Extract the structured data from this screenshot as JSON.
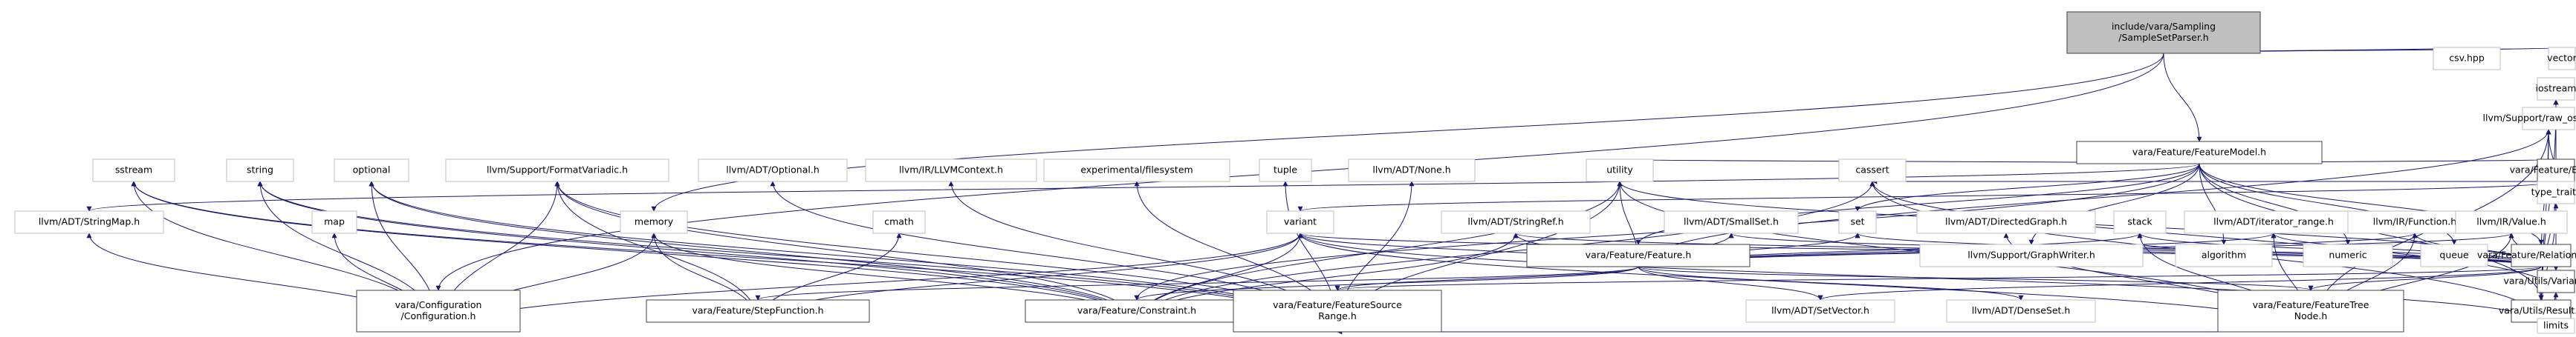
{
  "graph": {
    "colors": {
      "root_fill": "#bfbfbf",
      "node_fill": "#ffffff",
      "node_stroke": "#404040",
      "external_stroke": "#bfbfbf",
      "edge": "#191970",
      "text": "#000000"
    },
    "nodes": [
      {
        "id": "root",
        "lines": [
          "include/vara/Sampling",
          "/SampleSetParser.h"
        ],
        "kind": "root"
      },
      {
        "id": "csv",
        "lines": [
          "csv.hpp"
        ],
        "kind": "external"
      },
      {
        "id": "vector",
        "lines": [
          "vector"
        ],
        "kind": "external"
      },
      {
        "id": "fm",
        "lines": [
          "vara/Feature/FeatureModel.h"
        ],
        "kind": "file"
      },
      {
        "id": "feature",
        "lines": [
          "vara/Feature/Feature.h"
        ],
        "kind": "file"
      },
      {
        "id": "graphwriter",
        "lines": [
          "llvm/Support/GraphWriter.h"
        ],
        "kind": "external"
      },
      {
        "id": "algorithm",
        "lines": [
          "algorithm"
        ],
        "kind": "external"
      },
      {
        "id": "numeric",
        "lines": [
          "numeric"
        ],
        "kind": "external"
      },
      {
        "id": "queue",
        "lines": [
          "queue"
        ],
        "kind": "external"
      },
      {
        "id": "relationship",
        "lines": [
          "vara/Feature/Relationship.h"
        ],
        "kind": "file"
      },
      {
        "id": "error",
        "lines": [
          "vara/Feature/Error.h"
        ],
        "kind": "file"
      },
      {
        "id": "configuration",
        "lines": [
          "vara/Configuration",
          "/Configuration.h"
        ],
        "kind": "file"
      },
      {
        "id": "stepfunction",
        "lines": [
          "vara/Feature/StepFunction.h"
        ],
        "kind": "file"
      },
      {
        "id": "constraint",
        "lines": [
          "vara/Feature/Constraint.h"
        ],
        "kind": "file"
      },
      {
        "id": "setvector",
        "lines": [
          "llvm/ADT/SetVector.h"
        ],
        "kind": "external"
      },
      {
        "id": "denseset",
        "lines": [
          "llvm/ADT/DenseSet.h"
        ],
        "kind": "external"
      },
      {
        "id": "treenode",
        "lines": [
          "vara/Feature/FeatureTree",
          "Node.h"
        ],
        "kind": "file"
      },
      {
        "id": "result",
        "lines": [
          "vara/Utils/Result.h"
        ],
        "kind": "file"
      },
      {
        "id": "stringmap",
        "lines": [
          "llvm/ADT/StringMap.h"
        ],
        "kind": "external"
      },
      {
        "id": "map",
        "lines": [
          "map"
        ],
        "kind": "external"
      },
      {
        "id": "memory",
        "lines": [
          "memory"
        ],
        "kind": "external"
      },
      {
        "id": "cmath",
        "lines": [
          "cmath"
        ],
        "kind": "external"
      },
      {
        "id": "variant",
        "lines": [
          "variant"
        ],
        "kind": "external"
      },
      {
        "id": "stringref",
        "lines": [
          "llvm/ADT/StringRef.h"
        ],
        "kind": "external"
      },
      {
        "id": "smallset",
        "lines": [
          "llvm/ADT/SmallSet.h"
        ],
        "kind": "external"
      },
      {
        "id": "set",
        "lines": [
          "set"
        ],
        "kind": "external"
      },
      {
        "id": "directedgraph",
        "lines": [
          "llvm/ADT/DirectedGraph.h"
        ],
        "kind": "external"
      },
      {
        "id": "stack",
        "lines": [
          "stack"
        ],
        "kind": "external"
      },
      {
        "id": "iteratorrange",
        "lines": [
          "llvm/ADT/iterator_range.h"
        ],
        "kind": "external"
      },
      {
        "id": "irfunction",
        "lines": [
          "llvm/IR/Function.h"
        ],
        "kind": "external"
      },
      {
        "id": "irvalue",
        "lines": [
          "llvm/IR/Value.h"
        ],
        "kind": "external"
      },
      {
        "id": "rawostream",
        "lines": [
          "llvm/Support/raw_ostream.h"
        ],
        "kind": "external"
      },
      {
        "id": "iostream",
        "lines": [
          "iostream"
        ],
        "kind": "external"
      },
      {
        "id": "typetraits",
        "lines": [
          "type_traits"
        ],
        "kind": "external"
      },
      {
        "id": "variantutil",
        "lines": [
          "vara/Utils/VariantUtil.h"
        ],
        "kind": "file"
      },
      {
        "id": "sourcerange",
        "lines": [
          "vara/Feature/FeatureSource",
          "Range.h"
        ],
        "kind": "file"
      },
      {
        "id": "sstream",
        "lines": [
          "sstream"
        ],
        "kind": "external"
      },
      {
        "id": "string",
        "lines": [
          "string"
        ],
        "kind": "external"
      },
      {
        "id": "optional",
        "lines": [
          "optional"
        ],
        "kind": "external"
      },
      {
        "id": "formatvariadic",
        "lines": [
          "llvm/Support/FormatVariadic.h"
        ],
        "kind": "external"
      },
      {
        "id": "adtoptional",
        "lines": [
          "llvm/ADT/Optional.h"
        ],
        "kind": "external"
      },
      {
        "id": "llvmcontext",
        "lines": [
          "llvm/IR/LLVMContext.h"
        ],
        "kind": "external"
      },
      {
        "id": "filesystem",
        "lines": [
          "experimental/filesystem"
        ],
        "kind": "external"
      },
      {
        "id": "tuple",
        "lines": [
          "tuple"
        ],
        "kind": "external"
      },
      {
        "id": "none",
        "lines": [
          "llvm/ADT/None.h"
        ],
        "kind": "external"
      },
      {
        "id": "utility",
        "lines": [
          "utility"
        ],
        "kind": "external"
      },
      {
        "id": "cassert",
        "lines": [
          "cassert"
        ],
        "kind": "external"
      },
      {
        "id": "limits",
        "lines": [
          "limits"
        ],
        "kind": "external"
      }
    ],
    "edges": [
      [
        "root",
        "csv"
      ],
      [
        "root",
        "vector"
      ],
      [
        "root",
        "fm"
      ],
      [
        "root",
        "configuration"
      ],
      [
        "root",
        "memory"
      ],
      [
        "fm",
        "feature"
      ],
      [
        "fm",
        "graphwriter"
      ],
      [
        "fm",
        "algorithm"
      ],
      [
        "fm",
        "numeric"
      ],
      [
        "fm",
        "queue"
      ],
      [
        "fm",
        "relationship"
      ],
      [
        "fm",
        "error"
      ],
      [
        "fm",
        "constraint"
      ],
      [
        "fm",
        "stringmap"
      ],
      [
        "fm",
        "set"
      ],
      [
        "fm",
        "result"
      ],
      [
        "fm",
        "utility"
      ],
      [
        "feature",
        "stepfunction"
      ],
      [
        "feature",
        "constraint"
      ],
      [
        "feature",
        "setvector"
      ],
      [
        "feature",
        "denseset"
      ],
      [
        "feature",
        "treenode"
      ],
      [
        "feature",
        "sourcerange"
      ],
      [
        "feature",
        "variant"
      ],
      [
        "feature",
        "stringref"
      ],
      [
        "feature",
        "smallset"
      ],
      [
        "feature",
        "set"
      ],
      [
        "feature",
        "stack"
      ],
      [
        "feature",
        "iteratorrange"
      ],
      [
        "feature",
        "irfunction"
      ],
      [
        "feature",
        "irvalue"
      ],
      [
        "feature",
        "rawostream"
      ],
      [
        "feature",
        "utility"
      ],
      [
        "relationship",
        "treenode"
      ],
      [
        "relationship",
        "sourcerange"
      ],
      [
        "relationship",
        "setvector"
      ],
      [
        "relationship",
        "variant"
      ],
      [
        "relationship",
        "stringref"
      ],
      [
        "relationship",
        "smallset"
      ],
      [
        "relationship",
        "set"
      ],
      [
        "relationship",
        "stack"
      ],
      [
        "relationship",
        "iteratorrange"
      ],
      [
        "relationship",
        "irfunction"
      ],
      [
        "relationship",
        "irvalue"
      ],
      [
        "relationship",
        "rawostream"
      ],
      [
        "relationship",
        "utility"
      ],
      [
        "error",
        "result"
      ],
      [
        "error",
        "variantutil"
      ],
      [
        "error",
        "rawostream"
      ],
      [
        "error",
        "iostream"
      ],
      [
        "error",
        "typetraits"
      ],
      [
        "error",
        "cassert"
      ],
      [
        "error",
        "variant"
      ],
      [
        "configuration",
        "stringmap"
      ],
      [
        "configuration",
        "map"
      ],
      [
        "configuration",
        "memory"
      ],
      [
        "configuration",
        "sstream"
      ],
      [
        "configuration",
        "string"
      ],
      [
        "configuration",
        "optional"
      ],
      [
        "configuration",
        "formatvariadic"
      ],
      [
        "configuration",
        "variant"
      ],
      [
        "stepfunction",
        "memory"
      ],
      [
        "stepfunction",
        "cmath"
      ],
      [
        "stepfunction",
        "variant"
      ],
      [
        "stepfunction",
        "formatvariadic"
      ],
      [
        "constraint",
        "memory"
      ],
      [
        "constraint",
        "variant"
      ],
      [
        "constraint",
        "stringref"
      ],
      [
        "constraint",
        "sstream"
      ],
      [
        "constraint",
        "string"
      ],
      [
        "constraint",
        "optional"
      ],
      [
        "constraint",
        "formatvariadic"
      ],
      [
        "constraint",
        "cassert"
      ],
      [
        "constraint",
        "utility"
      ],
      [
        "treenode",
        "sourcerange"
      ],
      [
        "treenode",
        "variant"
      ],
      [
        "treenode",
        "directedgraph"
      ],
      [
        "treenode",
        "stack"
      ],
      [
        "treenode",
        "iteratorrange"
      ],
      [
        "treenode",
        "irfunction"
      ],
      [
        "treenode",
        "irvalue"
      ],
      [
        "treenode",
        "utility"
      ],
      [
        "treenode",
        "rawostream"
      ],
      [
        "result",
        "variant"
      ],
      [
        "result",
        "iostream"
      ],
      [
        "result",
        "typetraits"
      ],
      [
        "result",
        "cassert"
      ],
      [
        "result",
        "variantutil"
      ],
      [
        "result",
        "rawostream"
      ],
      [
        "variantutil",
        "cassert"
      ],
      [
        "variantutil",
        "limits"
      ],
      [
        "sourcerange",
        "sstream"
      ],
      [
        "sourcerange",
        "string"
      ],
      [
        "sourcerange",
        "optional"
      ],
      [
        "sourcerange",
        "formatvariadic"
      ],
      [
        "sourcerange",
        "adtoptional"
      ],
      [
        "sourcerange",
        "llvmcontext"
      ],
      [
        "sourcerange",
        "filesystem"
      ],
      [
        "sourcerange",
        "tuple"
      ],
      [
        "sourcerange",
        "none"
      ],
      [
        "sourcerange",
        "utility"
      ]
    ]
  }
}
